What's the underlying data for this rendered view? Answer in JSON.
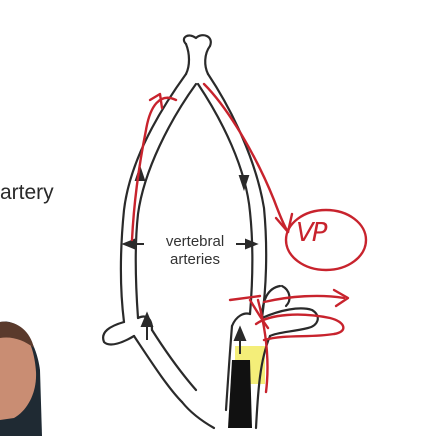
{
  "labels": {
    "left_partial": "artery",
    "vertebral_line1": "vertebral",
    "vertebral_line2": "arteries",
    "circled_note": "VP"
  },
  "colors": {
    "ink": "#2a2a2a",
    "annotation_red": "#c8232d",
    "highlight_yellow": "#f3ec6a",
    "skin": "#c98d73",
    "shirt": "#1f2a33"
  },
  "icons": [
    "presenter-figure",
    "arrow-up",
    "arrow-left",
    "arrow-right"
  ]
}
